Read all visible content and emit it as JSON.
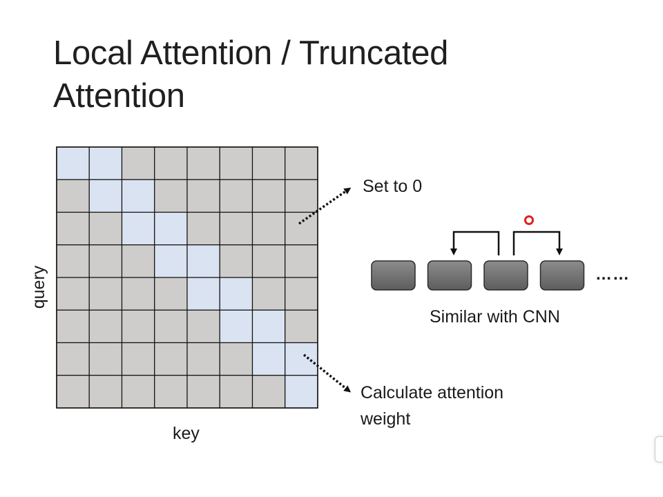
{
  "slide": {
    "title_line1": "Local Attention / Truncated",
    "title_line2": "Attention"
  },
  "matrix": {
    "rows": 8,
    "cols": 8,
    "window_offsets": [
      0,
      1
    ],
    "band_color": "#dae3f2",
    "masked_color": "#cfcdcb",
    "grid_line_color": "#111111",
    "x_label": "key",
    "y_label": "query"
  },
  "annotations": {
    "set_to_zero": "Set to 0",
    "calculate_line1": "Calculate attention",
    "calculate_line2": "weight"
  },
  "cnn_diagram": {
    "node_count": 4,
    "node_color": "#6e6e6e",
    "ellipsis": "……",
    "caption": "Similar with CNN"
  },
  "pointer_color": "#e02020"
}
